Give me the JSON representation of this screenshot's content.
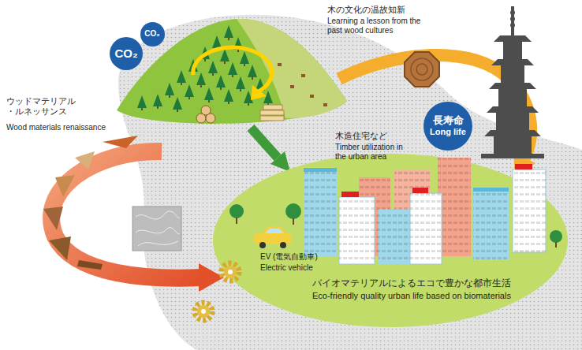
{
  "diagram": {
    "nodes": [
      {
        "text": [
          "CO₂"
        ]
      },
      {
        "text": [
          "CO₂"
        ]
      },
      {
        "text": [
          "長寿命",
          "Long life"
        ]
      }
    ],
    "labels": [
      "木の文化の温故知新",
      "Learning a lesson from the past wood cultures",
      "ウッドマテリアル ・ルネッサンス",
      "Wood materials renaissance",
      "木造住宅など",
      "Timber utilization in the urban area",
      "EV (電気自動車)",
      "Electric vehicle",
      "バイオマテリアルによるエコで豊かな都市生活",
      "Eco-friendly quality urban life based on biomaterials"
    ]
  }
}
